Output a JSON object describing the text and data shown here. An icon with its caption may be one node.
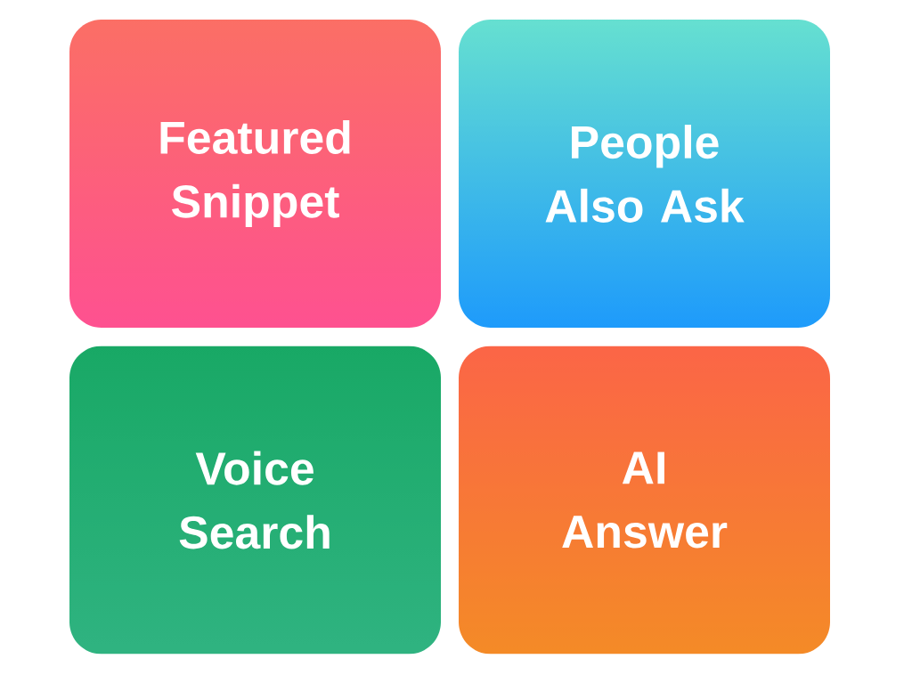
{
  "diagram": {
    "nodes": [
      {
        "text": [
          "Featured Snippet"
        ]
      },
      {
        "text": [
          "People Also Ask"
        ]
      },
      {
        "text": [
          "Voice Search"
        ]
      },
      {
        "text": [
          "AI Answer"
        ]
      }
    ]
  }
}
